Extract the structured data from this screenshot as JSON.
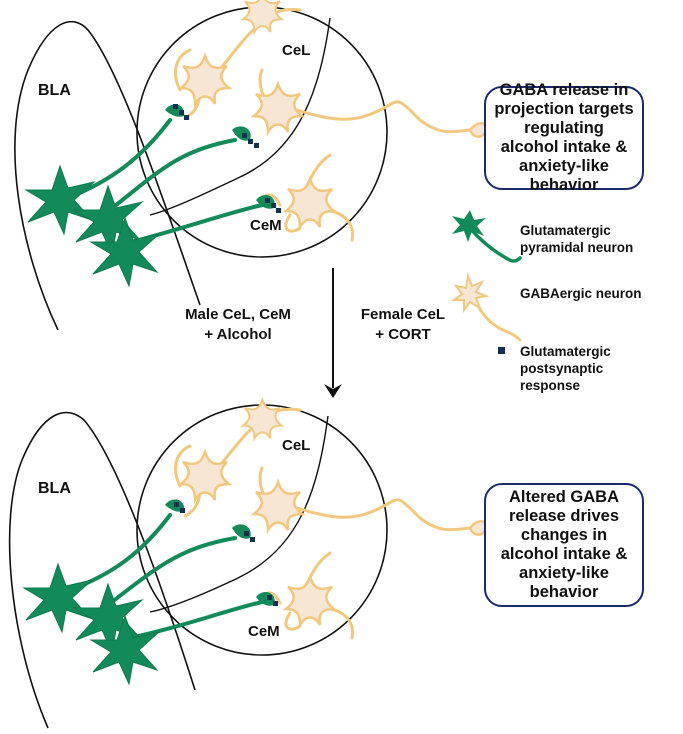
{
  "top_panel": {
    "bla_label": "BLA",
    "cel_label": "CeL",
    "cem_label": "CeM",
    "output_box": "GABA release in projection targets regulating alcohol intake & anxiety-like behavior"
  },
  "bottom_panel": {
    "bla_label": "BLA",
    "cel_label": "CeL",
    "cem_label": "CeM",
    "output_box": "Altered GABA release drives changes in alcohol intake & anxiety-like behavior"
  },
  "conditions": {
    "male_line1": "Male CeL, CeM",
    "male_line2": "+ Alcohol",
    "female_line1": "Female CeL",
    "female_line2": "+ CORT"
  },
  "legend": {
    "glutamatergic_line1": "Glutamatergic",
    "glutamatergic_line2": "pyramidal neuron",
    "gabaergic": "GABAergic neuron",
    "postsynaptic_line1": "Glutamatergic",
    "postsynaptic_line2": "postsynaptic",
    "postsynaptic_line3": "response"
  },
  "colors": {
    "glutamatergic": "#138a5a",
    "gabaergic_fill": "#f6e6d3",
    "gabaergic_stroke": "#f2c77e",
    "postsynaptic": "#12304f",
    "box_border": "#1b2a6b"
  }
}
